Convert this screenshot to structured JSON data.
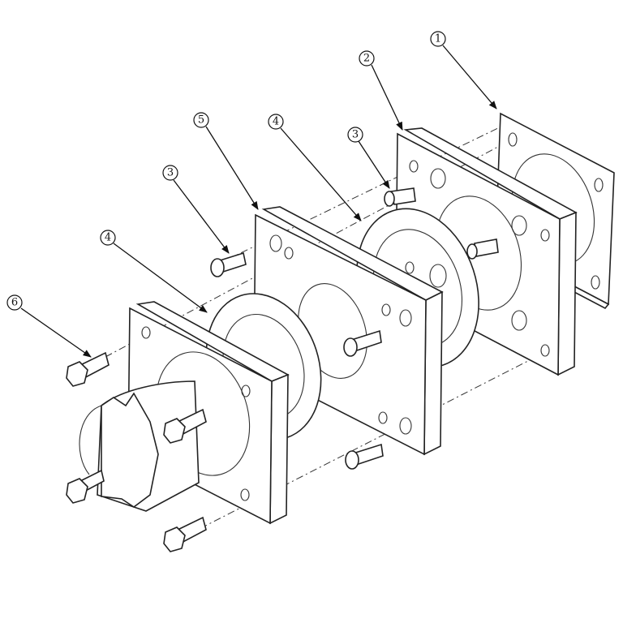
{
  "diagram": {
    "type": "exploded-assembly",
    "callouts": [
      {
        "id": "callout-1",
        "label": "1"
      },
      {
        "id": "callout-2",
        "label": "2"
      },
      {
        "id": "callout-3a",
        "label": "3"
      },
      {
        "id": "callout-4a",
        "label": "4"
      },
      {
        "id": "callout-5",
        "label": "5"
      },
      {
        "id": "callout-3b",
        "label": "3"
      },
      {
        "id": "callout-4b",
        "label": "4"
      },
      {
        "id": "callout-6",
        "label": "6"
      }
    ]
  }
}
